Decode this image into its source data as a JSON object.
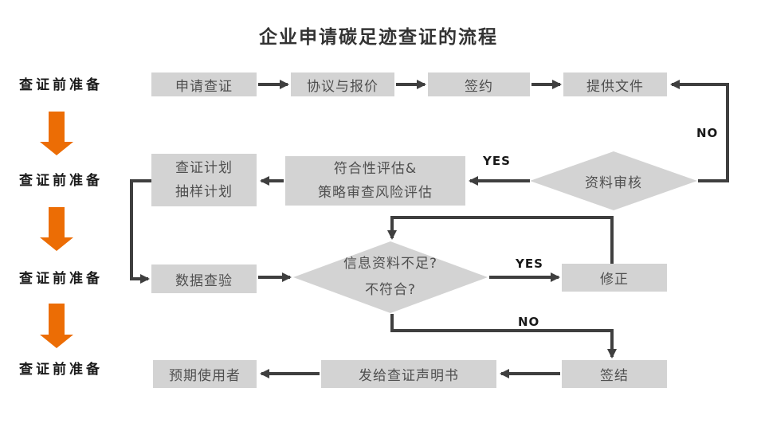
{
  "title": "企业申请碳足迹查证的流程",
  "colors": {
    "background": "#ffffff",
    "node_fill": "#d3d3d3",
    "node_text": "#4f4f4f",
    "connector": "#3f3f3f",
    "phase_arrow": "#ec6d05",
    "heading_text": "#333333",
    "label_text": "#1a1a1a"
  },
  "phases": [
    "查证前准备",
    "查证前准备",
    "查证前准备",
    "查证前准备"
  ],
  "nodes": {
    "apply": "申请查证",
    "agreement": "协议与报价",
    "sign": "签约",
    "documents": "提供文件",
    "review": "资料审核",
    "assessment": [
      "符合性评估&",
      "策略审查风险评估"
    ],
    "plan": [
      "查证计划",
      "抽样计划"
    ],
    "data_check": "数据查验",
    "check": [
      "信息资料不足?",
      "不符合?"
    ],
    "fix": "修正",
    "signoff": "签结",
    "statement": "发给查证声明书",
    "users": "预期使用者"
  },
  "branches": {
    "review_yes": "YES",
    "review_no": "NO",
    "check_yes": "YES",
    "check_no": "NO"
  }
}
